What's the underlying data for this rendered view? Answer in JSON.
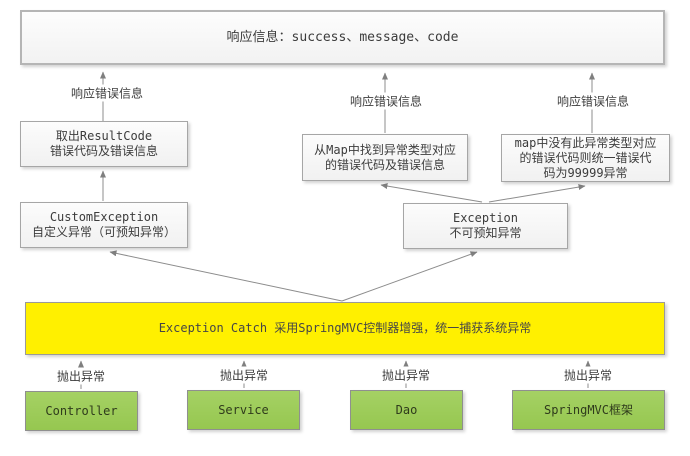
{
  "diagram": {
    "nodes": {
      "response": {
        "label": "响应信息：success、message、code"
      },
      "resultcode": {
        "lines": [
          "取出ResultCode",
          "错误代码及错误信息"
        ]
      },
      "map_found": {
        "lines": [
          "从Map中找到异常类型对应",
          "的错误代码及错误信息"
        ]
      },
      "map_missing": {
        "lines": [
          "map中没有此异常类型对应",
          "的错误代码则统一错误代",
          "码为99999异常"
        ]
      },
      "custom_exception": {
        "lines": [
          "CustomException",
          "自定义异常（可预知异常）"
        ]
      },
      "exception": {
        "lines": [
          "Exception",
          "不可预知异常"
        ]
      },
      "catch": {
        "label": "Exception Catch 采用SpringMVC控制器增强，统一捕获系统异常"
      },
      "sources": [
        {
          "label": "Controller"
        },
        {
          "label": "Service"
        },
        {
          "label": "Dao"
        },
        {
          "label": "SpringMVC框架"
        }
      ]
    },
    "edge_labels": {
      "respond_error": "响应错误信息",
      "throw_exception": "抛出异常"
    },
    "colors": {
      "catch_box_bg": "#fff000",
      "source_box_bg": "#9cca59",
      "node_bg": "#f4f4f4",
      "node_border": "#a6a6a6",
      "arrow": "#8c8c8c",
      "text": "#3c3c3c"
    }
  }
}
